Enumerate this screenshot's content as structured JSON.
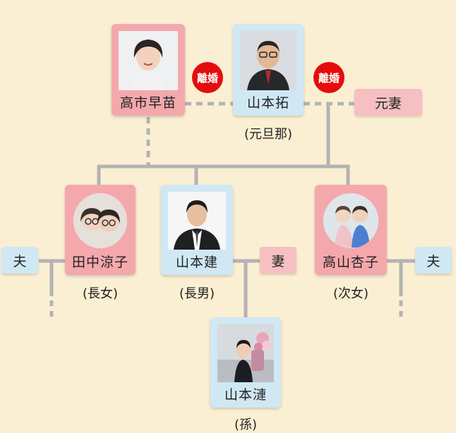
{
  "people": {
    "takaichi": "高市早苗",
    "taku": "山本拓",
    "tanaka": "田中涼子",
    "ken": "山本建",
    "takayama": "高山杏子",
    "ren": "山本漣"
  },
  "labels": {
    "former_wife": "元妻",
    "wife": "妻",
    "husband_left": "夫",
    "husband_right": "夫"
  },
  "badges": {
    "divorce_left": "離婚",
    "divorce_right": "離婚"
  },
  "captions": {
    "taku": "(元旦那)",
    "tanaka": "(長女)",
    "ken": "(長男)",
    "takayama": "(次女)",
    "ren": "(孫)"
  },
  "colors": {
    "background": "#fbefd3",
    "pink_card": "#f4a8ac",
    "blue_card": "#cfe8f4",
    "badge": "#e40d0d",
    "line": "#b3b3b3"
  }
}
